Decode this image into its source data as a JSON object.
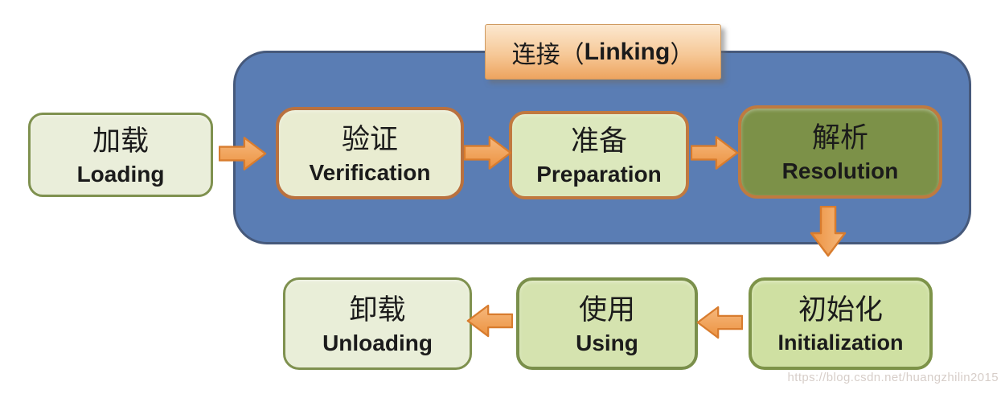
{
  "diagram": {
    "subject": "class-lifecycle-flow",
    "background": "#ffffff"
  },
  "linking_group": {
    "title": {
      "prefix": "连接（",
      "word": "Linking",
      "suffix": "）"
    },
    "fill": "#5a7db4",
    "border": "#46597b",
    "title_fill_top": "#fce8cf",
    "title_fill_bottom": "#eda45f",
    "title_border": "#cf9a60"
  },
  "nodes": [
    {
      "id": "loading",
      "zh": "加载",
      "en": "Loading",
      "fill": "#eaeeda",
      "border": "#7f914f"
    },
    {
      "id": "verification",
      "zh": "验证",
      "en": "Verification",
      "fill": "#e9ecd1",
      "border": "#b9713f"
    },
    {
      "id": "preparation",
      "zh": "准备",
      "en": "Preparation",
      "fill": "#dce8bd",
      "border": "#c07940"
    },
    {
      "id": "resolution",
      "zh": "解析",
      "en": "Resolution",
      "fill": "#7c9148",
      "border": "#bf7a40"
    },
    {
      "id": "initialization",
      "zh": "初始化",
      "en": "Initialization",
      "fill": "#cfe0a2",
      "border": "#7d9348"
    },
    {
      "id": "using",
      "zh": "使用",
      "en": "Using",
      "fill": "#d5e3af",
      "border": "#7a8f4b"
    },
    {
      "id": "unloading",
      "zh": "卸载",
      "en": "Unloading",
      "fill": "#e9eed8",
      "border": "#7f914f"
    }
  ],
  "arrows": [
    {
      "from": "loading",
      "to": "verification",
      "direction": "right"
    },
    {
      "from": "verification",
      "to": "preparation",
      "direction": "right"
    },
    {
      "from": "preparation",
      "to": "resolution",
      "direction": "right"
    },
    {
      "from": "resolution",
      "to": "initialization",
      "direction": "down"
    },
    {
      "from": "initialization",
      "to": "using",
      "direction": "left"
    },
    {
      "from": "using",
      "to": "unloading",
      "direction": "left"
    }
  ],
  "arrow_style": {
    "fill_light": "#f6b97e",
    "fill_dark": "#ec9240",
    "stroke": "#d87c2e"
  },
  "watermark": "https://blog.csdn.net/huangzhilin2015"
}
